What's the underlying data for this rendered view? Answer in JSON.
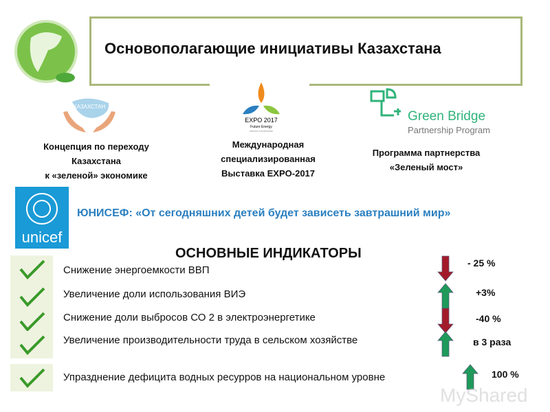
{
  "title": "Основополагающие инициативы Казахстана",
  "initiatives": [
    {
      "logo_text": "КАЗАХСТАН",
      "caption": [
        "Концепция по переходу",
        "Казахстана",
        "к «зеленой» экономике"
      ]
    },
    {
      "logo_text": [
        "EXPO 2017",
        "Future Energy",
        "Astana Kazakhstan"
      ],
      "caption": [
        "Международная",
        "специализированная",
        "Выставка EXPO-2017"
      ]
    },
    {
      "logo_text": [
        "Green Bridge",
        "Partnership Program"
      ],
      "caption": [
        "Программа  партнерства",
        "«Зеленый мост»"
      ]
    }
  ],
  "unicef": {
    "logo_text": "unicef",
    "quote": "ЮНИСЕФ: «От сегодняшних детей будет зависеть завтрашний мир»"
  },
  "indicators_heading": "ОСНОВНЫЕ ИНДИКАТОРЫ",
  "indicators": [
    {
      "text": "Снижение энергоемкости ВВП",
      "direction": "down",
      "value": "- 25 %"
    },
    {
      "text": "Увеличение доли использования ВИЭ",
      "direction": "up",
      "value": "+3%"
    },
    {
      "text": "Снижение доли выбросов СО 2 в электроэнергетике",
      "direction": "down",
      "value": "-40 %"
    },
    {
      "text": "Увеличение производительности труда в сельском хозяйстве",
      "direction": "up",
      "value": "в 3 раза"
    },
    {
      "text": "Упразднение дефицита водных ресурров на национальном уровне",
      "direction": "up",
      "value": "100 %"
    }
  ],
  "watermark": "MyShared",
  "colors": {
    "frame": "#a9b87a",
    "unicef": "#2a7fc0",
    "up": "#1f9a5a",
    "down": "#a31b2a",
    "green_bridge": "#2fb37a"
  }
}
